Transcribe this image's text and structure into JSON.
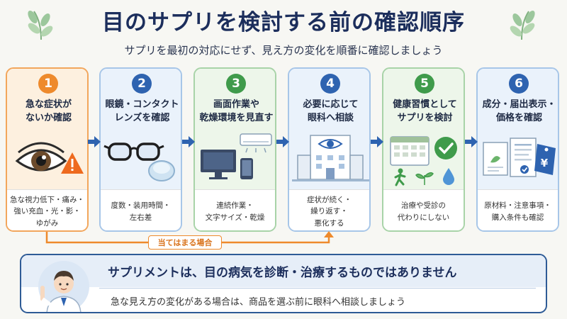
{
  "header": {
    "title": "目のサプリを検討する前の確認順序",
    "subtitle": "サプリを最初の対応にせず、見え方の変化を順番に確認しましょう"
  },
  "steps": [
    {
      "number": "1",
      "title": "急な症状が\nないか確認",
      "note": "急な視力低下・痛み・\n強い充血・光・影・\nゆがみ",
      "icon": "eye-warning-icon"
    },
    {
      "number": "2",
      "title": "眼鏡・コンタクト\nレンズを確認",
      "note": "度数・装用時間・\n左右差",
      "icon": "glasses-contact-lens-icon"
    },
    {
      "number": "3",
      "title": "画面作業や\n乾燥環境を見直す",
      "note": "連続作業・\n文字サイズ・乾燥",
      "icon": "monitor-aircon-icon"
    },
    {
      "number": "4",
      "title": "必要に応じて\n眼科へ相談",
      "note": "症状が続く・\n繰り返す・\n悪化する",
      "icon": "eye-clinic-icon"
    },
    {
      "number": "5",
      "title": "健康習慣として\nサプリを検討",
      "note": "治療や受診の\n代わりにしない",
      "icon": "calendar-check-icon"
    },
    {
      "number": "6",
      "title": "成分・届出表示・\n価格を確認",
      "note": "原材料・注意事項・\n購入条件も確認",
      "icon": "document-price-tag-icon"
    }
  ],
  "branch_label": "当てはまる場合",
  "notice": {
    "main": "サプリメントは、目の病気を診断・治療するものではありません",
    "sub": "急な見え方の変化がある場合は、商品を選ぶ前に眼科へ相談しましょう"
  },
  "colors": {
    "navy": "#1c2e5c",
    "orange": "#ee8a2c",
    "blue": "#2e63b0",
    "green": "#3f9b4b"
  }
}
